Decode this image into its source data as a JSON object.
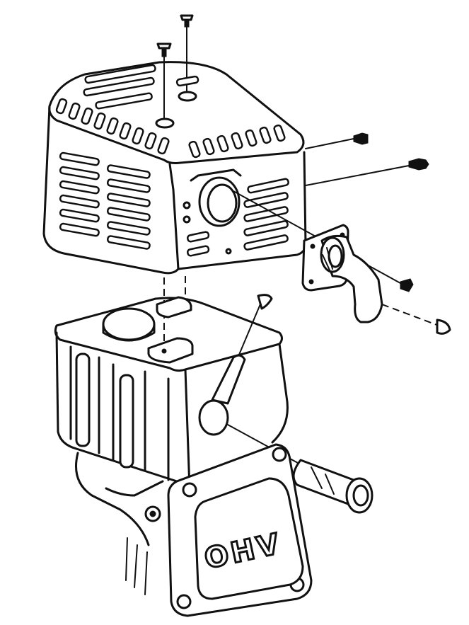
{
  "figure": {
    "engine_cover_label": "OHV"
  },
  "parts": [
    {
      "name": "muffler-guard-top-screws",
      "count": 2
    },
    {
      "name": "muffler-guard",
      "count": 1
    },
    {
      "name": "muffler-guard-side-screws",
      "count": 2
    },
    {
      "name": "exhaust-elbow",
      "count": 1
    },
    {
      "name": "exhaust-elbow-screws",
      "count": 2
    },
    {
      "name": "muffler",
      "count": 1
    },
    {
      "name": "muffler-bolt",
      "count": 1
    },
    {
      "name": "engine-head",
      "count": 1
    }
  ],
  "colors": {
    "ink": "#111111",
    "paper": "#ffffff"
  }
}
